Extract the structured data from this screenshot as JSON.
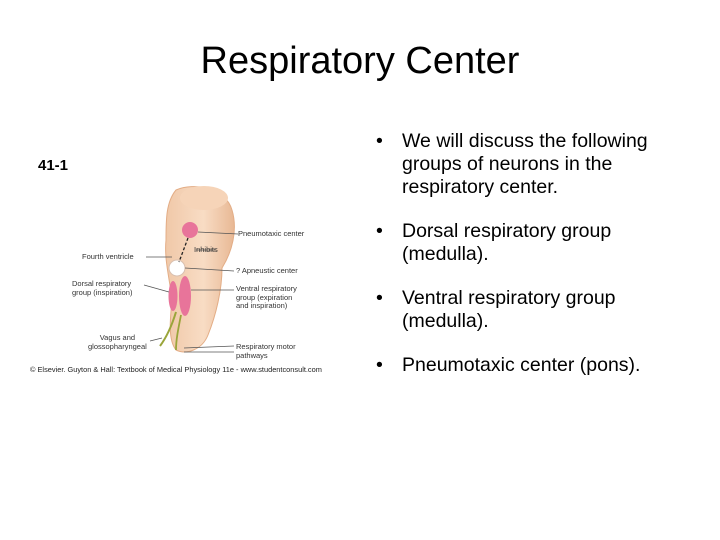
{
  "title": "Respiratory Center",
  "figure": {
    "label": "41-1",
    "callouts": {
      "pneumotaxic_center": "Pneumotaxic center",
      "inhibits": "Inhibits",
      "fourth_ventricle": "Fourth ventricle",
      "apneustic_center": "? Apneustic center",
      "dorsal_group_line1": "Dorsal respiratory",
      "dorsal_group_line2": "group (inspiration)",
      "ventral_group_line1": "Ventral respiratory",
      "ventral_group_line2": "group (expiration",
      "ventral_group_line3": "and inspiration)",
      "vagus_line1": "Vagus and",
      "vagus_line2": "glossopharyngeal",
      "motor_line1": "Respiratory motor",
      "motor_line2": "pathways"
    },
    "credit": "© Elsevier. Guyton & Hall: Textbook of Medical Physiology 11e - www.studentconsult.com"
  },
  "bullets": [
    "We will discuss the following groups of neurons in the respiratory center.",
    "Dorsal respiratory group (medulla).",
    "Ventral respiratory group (medulla).",
    "Pneumotaxic center (pons)."
  ],
  "bullet_glyph": "•"
}
